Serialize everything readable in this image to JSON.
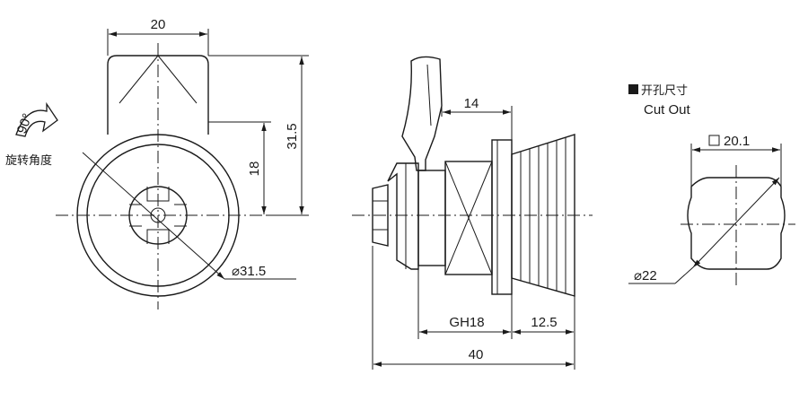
{
  "front_view": {
    "dim_width": "20",
    "dim_height_total": "31.5",
    "dim_height_center": "18",
    "dim_diameter": "31.5",
    "rotation_angle": "90°",
    "rotation_label": "旋转角度"
  },
  "side_view": {
    "dim_handle_offset": "14",
    "dim_thread": "GH18",
    "dim_flange": "12.5",
    "dim_length": "40"
  },
  "cutout": {
    "title": "开孔尺寸",
    "subtitle": "Cut Out",
    "dim_square": "20.1",
    "dim_diameter": "22"
  }
}
